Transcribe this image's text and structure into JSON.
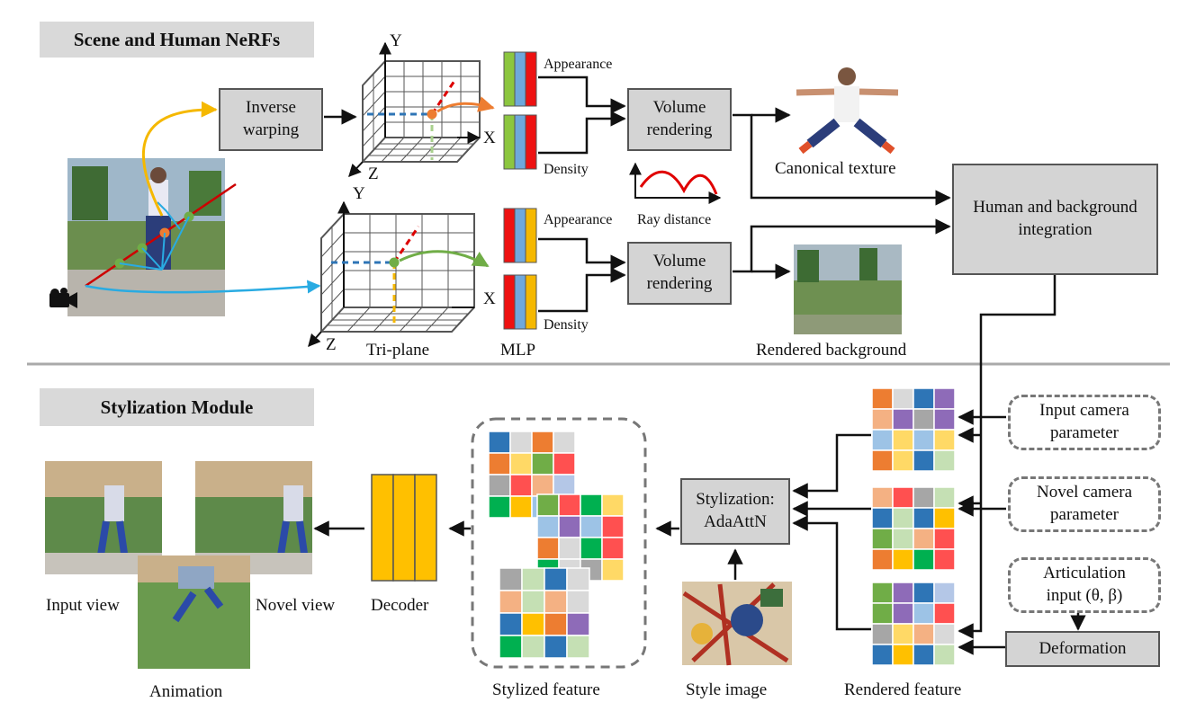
{
  "sections": {
    "top": "Scene and Human NeRFs",
    "bottom": "Stylization Module"
  },
  "boxes": {
    "inverse_warping": "Inverse\nwarping",
    "volume_rendering_top": "Volume\nrendering",
    "volume_rendering_bottom": "Volume\nrendering",
    "integration": "Human and background\nintegration",
    "stylization": "Stylization:\nAdaAttN",
    "deformation": "Deformation",
    "input_camera": "Input camera\nparameter",
    "novel_camera": "Novel camera\nparameter",
    "articulation": "Articulation\ninput (θ, β)"
  },
  "labels": {
    "appearance": "Appearance",
    "density": "Density",
    "ray_distance": "Ray distance",
    "canonical_texture": "Canonical texture",
    "rendered_background": "Rendered background",
    "tri_plane": "Tri-plane",
    "mlp": "MLP",
    "axis_x": "X",
    "axis_y": "Y",
    "axis_z": "Z",
    "decoder": "Decoder",
    "stylized_feature": "Stylized feature",
    "style_image": "Style image",
    "rendered_feature": "Rendered feature",
    "input_view": "Input view",
    "novel_view": "Novel view",
    "animation": "Animation"
  },
  "colors": {
    "mlp_top": [
      "#8cc63f",
      "#6fa8dc",
      "#ee1111"
    ],
    "mlp_bottom": [
      "#ee1111",
      "#6fa8dc",
      "#f5b800"
    ],
    "decoder": "#ffc000",
    "arrow_human": "#f5b800",
    "arrow_scene": "#29abe2",
    "point_human": "#ed7d31",
    "point_scene": "#70ad47",
    "density_curve": "#e00000"
  },
  "icons": [
    "camera-icon"
  ]
}
